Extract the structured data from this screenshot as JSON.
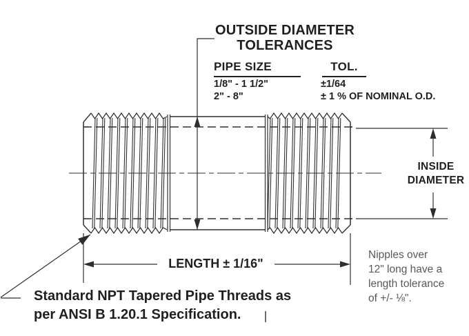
{
  "title": {
    "line1": "OUTSIDE DIAMETER",
    "line2": "TOLERANCES"
  },
  "table": {
    "headers": {
      "pipe_size": "PIPE SIZE",
      "tol": "TOL."
    },
    "rows": [
      {
        "pipe_size": "1/8\" - 1 1/2\"",
        "tol": "±1/64"
      },
      {
        "pipe_size": "2\" - 8\"",
        "tol": "± 1 % OF NOMINAL O.D."
      }
    ]
  },
  "dimensions": {
    "inside_diameter_line1": "INSIDE",
    "inside_diameter_line2": "DIAMETER",
    "length": "LENGTH ± 1/16\""
  },
  "notes": {
    "thread_spec_line1": "Standard NPT Tapered Pipe Threads as",
    "thread_spec_line2": "per ANSI B 1.20.1 Specification.",
    "length_tolerance_line1": "Nipples over",
    "length_tolerance_line2": "12\" long have a",
    "length_tolerance_line3": "length tolerance",
    "length_tolerance_line4": "of +/- ⅛\"."
  },
  "colors": {
    "line": "#2e2e30",
    "text": "#1f1f21",
    "note_text": "#57585b",
    "background": "#ffffff"
  }
}
